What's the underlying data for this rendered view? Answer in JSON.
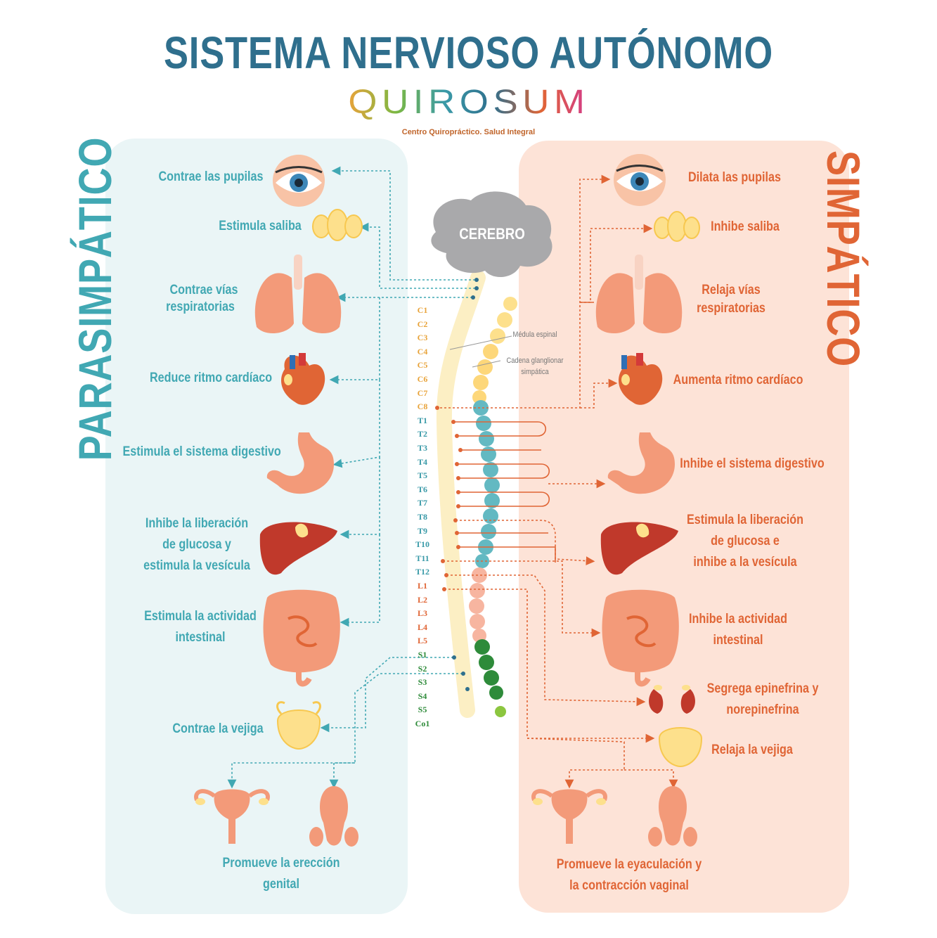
{
  "title": "SISTEMA NERVIOSO AUTÓNOMO",
  "logo": {
    "text": "QUIROSUM",
    "subtitle": "Centro Quiropráctico. Salud Integral"
  },
  "left_title": "PARASIMPÁTICO",
  "right_title": "SIMPÁTICO",
  "brain_label": "CEREBRO",
  "spine_labels": {
    "medula": "Médula espinal",
    "cadena_1": "Cadena glanglionar",
    "cadena_2": "simpática"
  },
  "segments": [
    "C1",
    "C2",
    "C3",
    "C4",
    "C5",
    "C6",
    "C7",
    "C8",
    "T1",
    "T2",
    "T3",
    "T4",
    "T5",
    "T6",
    "T7",
    "T8",
    "T9",
    "T10",
    "T11",
    "T12",
    "L1",
    "L2",
    "L3",
    "L4",
    "L5",
    "S1",
    "S2",
    "S3",
    "S4",
    "S5",
    "Co1"
  ],
  "left": {
    "pupils": "Contrae las pupilas",
    "saliva": "Estimula saliba",
    "airways_1": "Contrae vías",
    "airways_2": "respiratorias",
    "heart": "Reduce ritmo cardíaco",
    "digestive": "Estimula el sistema digestivo",
    "liver_1": "Inhibe la liberación",
    "liver_2": "de glucosa y",
    "liver_3": "estimula la vesícula",
    "intestine_1": "Estimula la actividad",
    "intestine_2": "intestinal",
    "bladder": "Contrae la vejiga",
    "genital_1": "Promueve la erección",
    "genital_2": "genital"
  },
  "right": {
    "pupils": "Dilata las pupilas",
    "saliva": "Inhibe saliba",
    "airways_1": "Relaja vías",
    "airways_2": "respiratorias",
    "heart": "Aumenta ritmo cardíaco",
    "digestive": "Inhibe el sistema digestivo",
    "liver_1": "Estimula la liberación",
    "liver_2": "de glucosa e",
    "liver_3": "inhibe a la vesícula",
    "intestine_1": "Inhibe la actividad",
    "intestine_2": "intestinal",
    "adrenal_1": "Segrega epinefrina y",
    "adrenal_2": "norepinefrina",
    "bladder": "Relaja la vejiga",
    "genital_1": "Promueve la eyaculación y",
    "genital_2": "la contracción vaginal"
  },
  "colors": {
    "left": "#41a8b3",
    "right": "#e06535",
    "title": "#2f6f8d",
    "cervical": "#e8a33a",
    "thoracic": "#3a9aa8",
    "lumbar": "#e06535",
    "sacral": "#2e8b3a"
  }
}
